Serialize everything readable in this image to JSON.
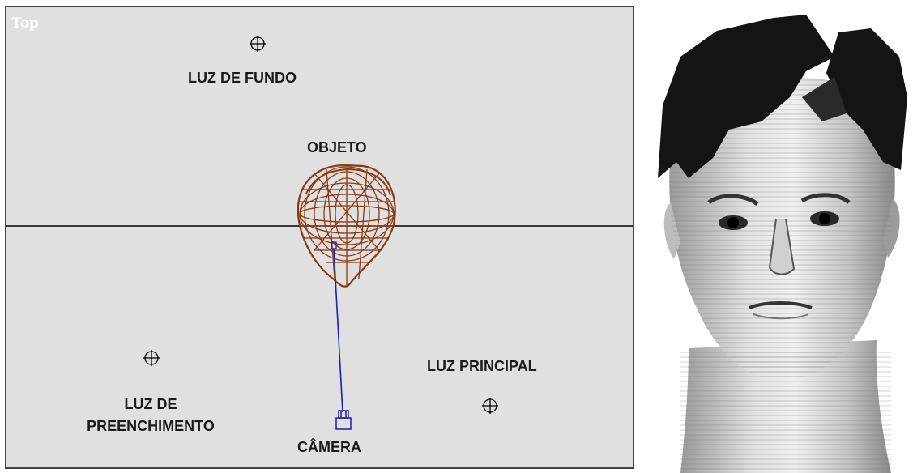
{
  "viewport": {
    "title": "Top"
  },
  "labels": {
    "luz_fundo": "LUZ DE FUNDO",
    "objeto": "OBJETO",
    "luz_preenchimento_1": "LUZ DE",
    "luz_preenchimento_2": "PREENCHIMENTO",
    "luz_principal": "LUZ PRINCIPAL",
    "camera": "CÂMERA"
  },
  "icons": [
    "light-crosshair-icon",
    "camera-icon"
  ],
  "colors": {
    "viewport_bg": "#e0e0e0",
    "object_wire": "#8b3a0f",
    "camera_line": "#1f1fb0",
    "axis_line": "#000000",
    "hair": "#111111",
    "skin": "#d8d8d8"
  }
}
